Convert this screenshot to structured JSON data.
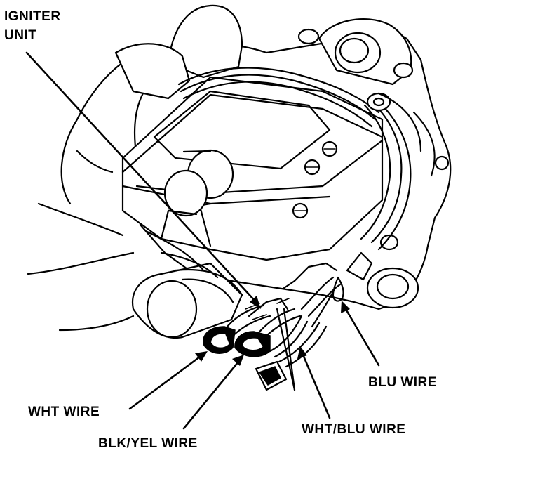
{
  "diagram": {
    "labels": {
      "igniter_unit_line1": "IGNITER",
      "igniter_unit_line2": "UNIT",
      "wht_wire": "WHT WIRE",
      "blk_yel_wire": "BLK/YEL WIRE",
      "wht_blu_wire": "WHT/BLU WIRE",
      "blu_wire": "BLU WIRE"
    },
    "colors": {
      "ink": "#000000",
      "paper": "#ffffff"
    }
  }
}
